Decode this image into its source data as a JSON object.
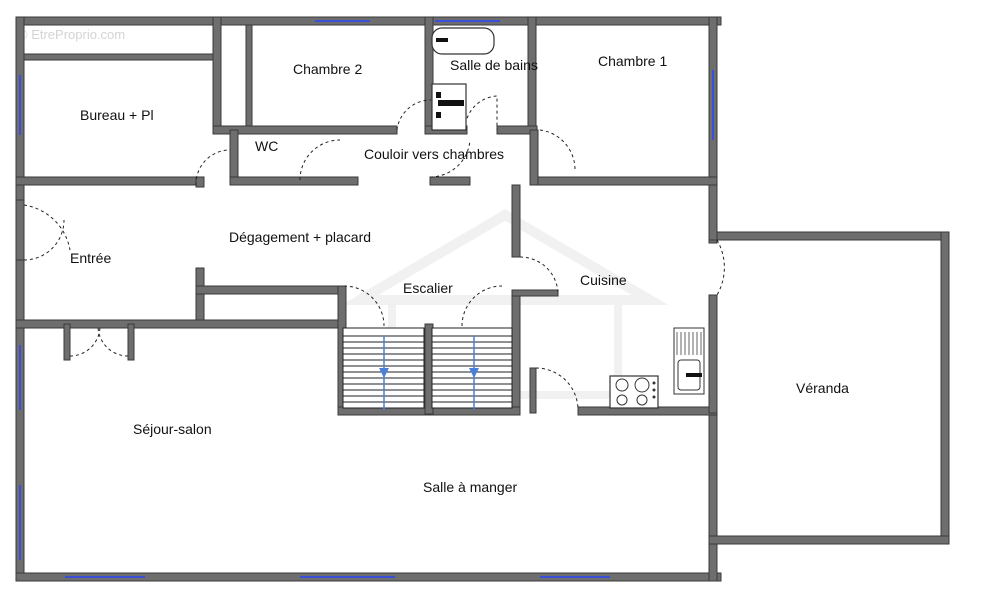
{
  "watermark": "© EtreProprio.com",
  "rooms": {
    "bureau": "Bureau + Pl",
    "chambre2": "Chambre 2",
    "salle_de_bains": "Salle de bains",
    "chambre1": "Chambre 1",
    "wc": "WC",
    "couloir": "Couloir vers chambres",
    "degagement": "Dégagement + placard",
    "entree": "Entrée",
    "escalier": "Escalier",
    "cuisine": "Cuisine",
    "veranda": "Véranda",
    "sejour": "Séjour-salon",
    "salle_a_manger": "Salle à manger"
  },
  "icons": {
    "bathtub": "bathtub-icon",
    "sink": "sink-icon",
    "stove": "stove-icon",
    "kitchen_sink": "kitchen-sink-icon",
    "stair_arrow": "stair-arrow-icon"
  },
  "colors": {
    "wall": "#6e6e6e",
    "window": "#3b4fd8",
    "stair_arrow": "#4a7fd8",
    "label": "#111111",
    "watermark": "#d4d4d4"
  }
}
